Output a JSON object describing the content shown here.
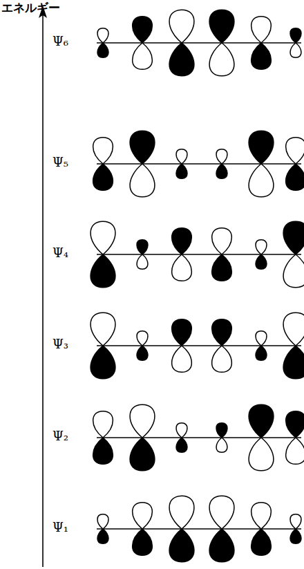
{
  "diagram": {
    "labels": [
      "エネルギー",
      "Ψ₆",
      "Ψ₅",
      "Ψ₄",
      "Ψ₃",
      "Ψ₂",
      "Ψ₁"
    ]
  }
}
